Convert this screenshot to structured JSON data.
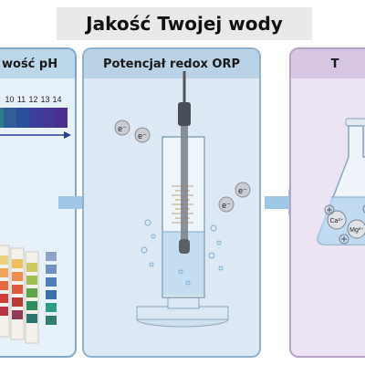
{
  "title": "Jakość Twojej wody",
  "panels": {
    "ph": {
      "header": "wość pH",
      "scale_numbers": [
        "10",
        "11",
        "12",
        "13",
        "14"
      ]
    },
    "orp": {
      "header": "Potencjał redox ORP",
      "electron": "e⁻"
    },
    "hardness": {
      "header": "T",
      "ca_ion": "Ca²⁺",
      "mg_ion": "Mg²⁺"
    }
  },
  "colors": {
    "ph_scale": [
      "#2f7d8c",
      "#2f5f96",
      "#2b4f9a",
      "#3a3f9e",
      "#453796",
      "#4a2f8e"
    ],
    "arrow": "#9ec7e6"
  }
}
